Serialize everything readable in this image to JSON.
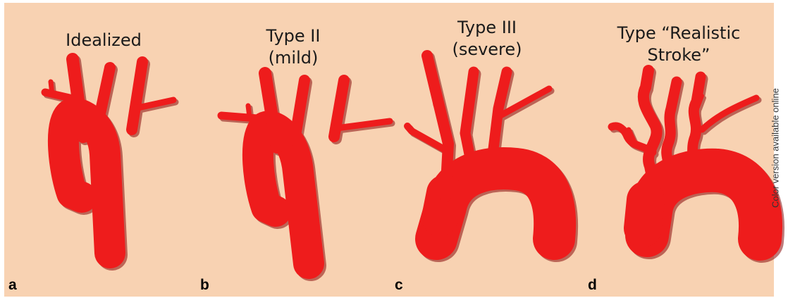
{
  "side_note": "Color version available online",
  "colors": {
    "background": "#f8d2b2",
    "vessel": "#ee1c1c",
    "vessel_shadow": "#8a0c0c"
  },
  "panels": [
    {
      "letter": "a",
      "title": "Idealized",
      "variant": "idealized"
    },
    {
      "letter": "b",
      "title": "Type II\n(mild)",
      "variant": "type-ii-mild"
    },
    {
      "letter": "c",
      "title": "Type III\n(severe)",
      "variant": "type-iii-severe"
    },
    {
      "letter": "d",
      "title": "Type “Realistic\nStroke”",
      "variant": "realistic-stroke"
    }
  ]
}
